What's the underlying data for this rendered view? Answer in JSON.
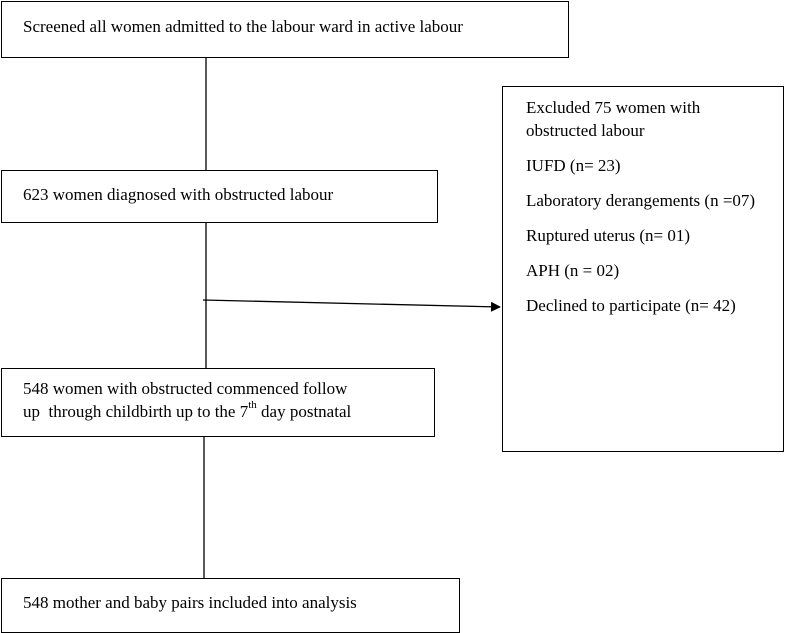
{
  "boxes": {
    "screened": "Screened all women admitted to the labour ward in active labour",
    "diagnosed": "623 women diagnosed with obstructed labour",
    "followup": {
      "line1": "548 women with obstructed commenced follow",
      "line2_before": "up  through childbirth up to the 7",
      "superscript": "th",
      "line2_after": " day postnatal"
    },
    "analysis": "548 mother and baby pairs included into analysis"
  },
  "excluded": {
    "heading": "Excluded 75 women with obstructed labour",
    "items": [
      "IUFD (n= 23)",
      "Laboratory derangements (n =07)",
      "Ruptured uterus (n= 01)",
      "APH (n = 02)",
      "Declined to participate (n= 42)"
    ]
  }
}
